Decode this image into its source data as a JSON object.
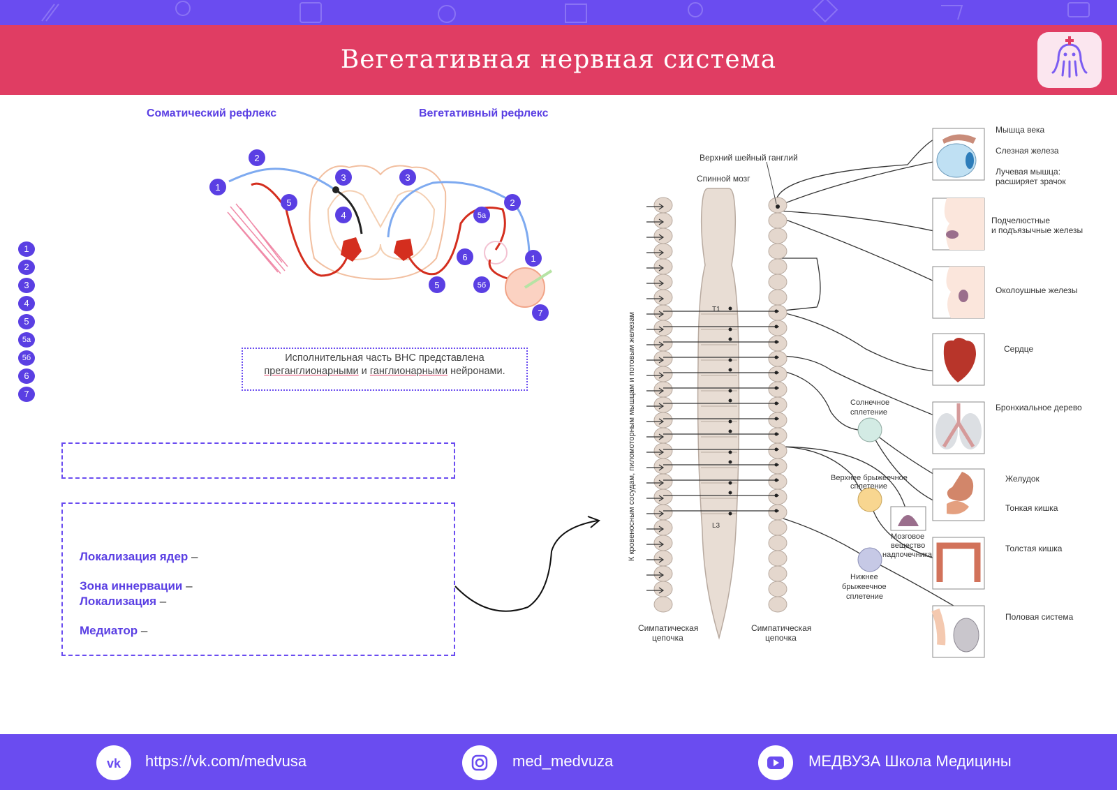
{
  "header": {
    "title": "Вегетативная нервная система"
  },
  "sections": {
    "somatic_title": "Соматический рефлекс",
    "autonomic_title": "Вегетативный рефлекс"
  },
  "legend": [
    "1",
    "2",
    "3",
    "4",
    "5",
    "5а",
    "5б",
    "6",
    "7"
  ],
  "reflex_badges": {
    "somatic": [
      "1",
      "2",
      "3",
      "4",
      "5"
    ],
    "autonomic": [
      "1",
      "2",
      "3",
      "5",
      "5а",
      "5б",
      "6",
      "7"
    ]
  },
  "note": {
    "line1": "Исполнительная часть ВНС представлена",
    "term1": "преганглионарными",
    "and": " и ",
    "term2": "ганглионарными",
    "end": " нейронами."
  },
  "fields": {
    "nuclei": "Локализация ядер",
    "innervation": "Зона иннервации",
    "localization": "Локализация",
    "mediator": "Медиатор",
    "dash": " –"
  },
  "diagram": {
    "spinal_cord": "Спинной мозг",
    "upper_ganglion": "Верхний шейный ганглий",
    "t1": "T1",
    "l3": "L3",
    "vertical_label": "К кровеносным сосудам, пиломоторным мышцам и потовым железам",
    "chain_left": [
      "Симпатическая",
      "цепочка"
    ],
    "chain_right": [
      "Симпатическая",
      "цепочка"
    ],
    "plexus_solar": [
      "Солнечное",
      "сплетение"
    ],
    "plexus_sup_mes": [
      "Верхнее брыжеечное",
      "сплетение"
    ],
    "plexus_inf_mes": [
      "Нижнее",
      "брыжеечное",
      "сплетение"
    ],
    "adrenal": [
      "Мозговое",
      "вещество",
      "надпочечника"
    ],
    "organs": [
      {
        "label": [
          "Мышца века"
        ]
      },
      {
        "label": [
          "Слезная железа"
        ]
      },
      {
        "label": [
          "Лучевая мышца:",
          "расширяет зрачок"
        ]
      },
      {
        "label": [
          "Подчелюстные",
          "и подъязычные железы"
        ]
      },
      {
        "label": [
          "Околоушные железы"
        ]
      },
      {
        "label": [
          "Сердце"
        ]
      },
      {
        "label": [
          "Бронхиальное дерево"
        ]
      },
      {
        "label": [
          "Желудок"
        ]
      },
      {
        "label": [
          "Тонкая кишка"
        ]
      },
      {
        "label": [
          "Толстая кишка"
        ]
      },
      {
        "label": [
          "Половая система"
        ]
      }
    ]
  },
  "footer": {
    "vk": "https://vk.com/medvusa",
    "instagram": "med_medvuza",
    "youtube": "МЕДВУЗА Школа Медицины"
  },
  "colors": {
    "accent": "#6a4cf0",
    "header": "#e03d63",
    "nerve_red": "#d42e1e",
    "nerve_blue": "#7eaaf0"
  }
}
